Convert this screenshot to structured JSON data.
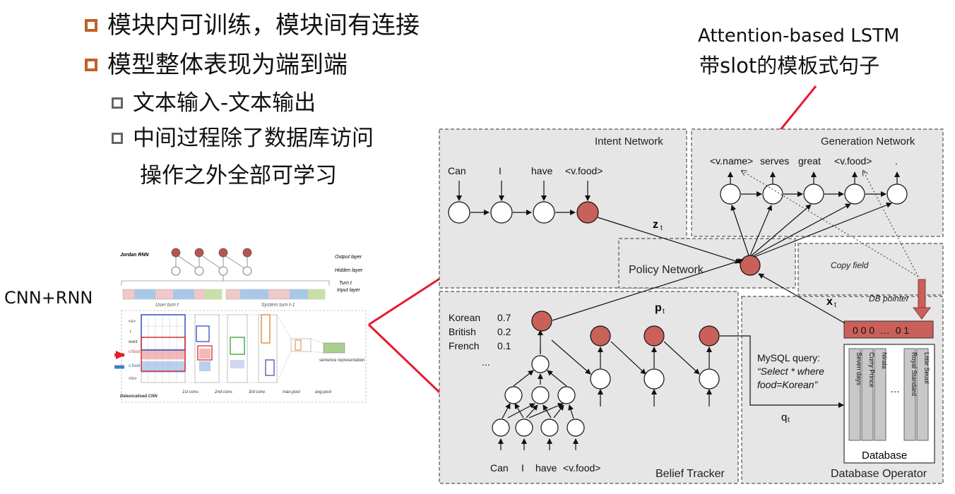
{
  "bullets": {
    "b1": "模块内可训练，模块间有连接",
    "b2": "模型整体表现为端到端",
    "b3": "文本输入-文本输出",
    "b4_line1": "中间过程除了数据库访问",
    "b4_line2": "操作之外全部可学习"
  },
  "annotations": {
    "top_right_line1": "Attention-based LSTM",
    "top_right_line2": "带slot的模板式句子",
    "left_label": "CNN+RNN"
  },
  "thumbnail": {
    "jordan_rnn": "Jordan RNN",
    "output_layer": "Output layer",
    "hidden_layer": "Hidden layer",
    "turn_t": "Turn t",
    "input_layer": "Input layer",
    "user_turn": "User turn t",
    "system_turn": "System turn t-1",
    "row_labels": [
      "<s>",
      "I",
      "want",
      "v.food",
      "s.food",
      "</s>"
    ],
    "delex_cnn": "Delexicalised CNN",
    "conv1": "1st conv.",
    "conv2": "2nd conv.",
    "conv3": "3rd conv.",
    "maxpool": "max-pool",
    "avgpool": "avg-pool",
    "sentence_rep": "sentence representation"
  },
  "modules": {
    "intent": "Intent Network",
    "generation": "Generation Network",
    "policy": "Policy Network",
    "belief": "Belief Tracker",
    "dbop": "Database Operator",
    "copy_field": "Copy field",
    "db_pointer": "DB pointer",
    "database": "Database"
  },
  "intent_words": [
    "Can",
    "I",
    "have",
    "<v.food>"
  ],
  "gen_words": [
    "<v.name>",
    "serves",
    "great",
    "<v.food>",
    "."
  ],
  "belief_words": [
    "Can",
    "I",
    "have",
    "<v.food>"
  ],
  "symbols": {
    "z": "z",
    "z_sub": "t",
    "p": "p",
    "p_sub": "t",
    "x": "x",
    "x_sub": "t",
    "q": "q",
    "q_sub": "t"
  },
  "belief_dist": [
    {
      "label": "Korean",
      "value": "0.7"
    },
    {
      "label": "British",
      "value": "0.2"
    },
    {
      "label": "French",
      "value": "0.1"
    },
    {
      "label": "...",
      "value": ""
    }
  ],
  "db_vector": "0 0 0  …  0 1",
  "sql": {
    "line1": "MySQL query:",
    "line2": "“Select * where",
    "line3": "food=Korean”"
  },
  "db_columns": [
    "Seven days",
    "Curry Prince",
    "Nirala",
    "Royal Standard",
    "Little Seuol"
  ],
  "db_ellipsis": "…",
  "colors": {
    "orange": "#c0602a",
    "node_red": "#c9605a",
    "arrow_red": "#e8192c",
    "panel": "#e6e6e6"
  }
}
